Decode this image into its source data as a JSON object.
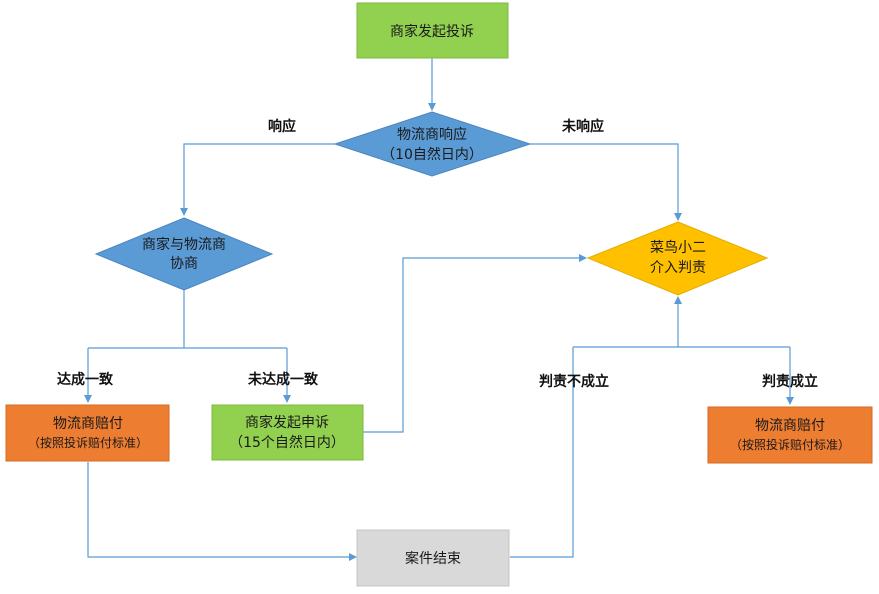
{
  "colors": {
    "green": "#92d050",
    "blue": "#5b9bd5",
    "yellow": "#ffc000",
    "orange": "#ed7d31",
    "gray": "#d9d9d9",
    "connector": "#5b9bd5"
  },
  "nodes": {
    "start": {
      "label": "商家发起投诉"
    },
    "response_check": {
      "line1": "物流商响应",
      "line2": "（10自然日内）"
    },
    "negotiate": {
      "line1": "商家与物流商",
      "line2": "协商"
    },
    "arbitration": {
      "line1": "菜鸟小二",
      "line2": "介入判责"
    },
    "compensate_left": {
      "line1": "物流商赔付",
      "line2": "（按照投诉赔付标准）"
    },
    "appeal": {
      "line1": "商家发起申诉",
      "line2": "（15个自然日内）"
    },
    "compensate_right": {
      "line1": "物流商赔付",
      "line2": "（按照投诉赔付标准）"
    },
    "end": {
      "label": "案件结束"
    }
  },
  "edge_labels": {
    "responded": "响应",
    "not_responded": "未响应",
    "agreed": "达成一致",
    "not_agreed": "未达成一致",
    "claim_rejected": "判责不成立",
    "claim_upheld": "判责成立"
  }
}
